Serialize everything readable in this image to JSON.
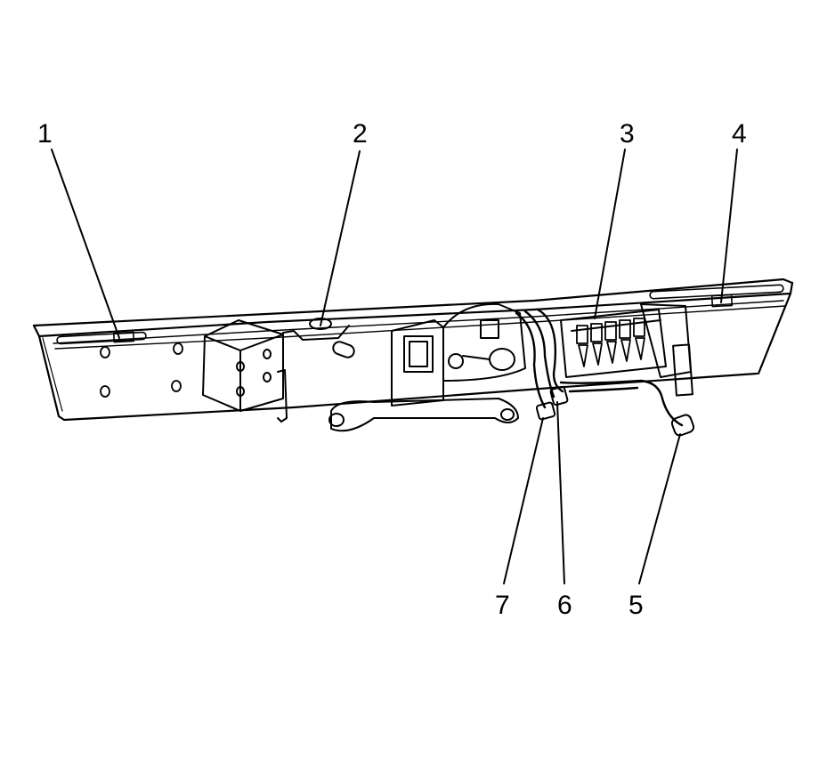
{
  "diagram": {
    "background": "#ffffff",
    "ink": "#000000",
    "callouts": [
      {
        "id": "1",
        "label": "1"
      },
      {
        "id": "2",
        "label": "2"
      },
      {
        "id": "3",
        "label": "3"
      },
      {
        "id": "4",
        "label": "4"
      },
      {
        "id": "5",
        "label": "5"
      },
      {
        "id": "6",
        "label": "6"
      },
      {
        "id": "7",
        "label": "7"
      }
    ]
  }
}
